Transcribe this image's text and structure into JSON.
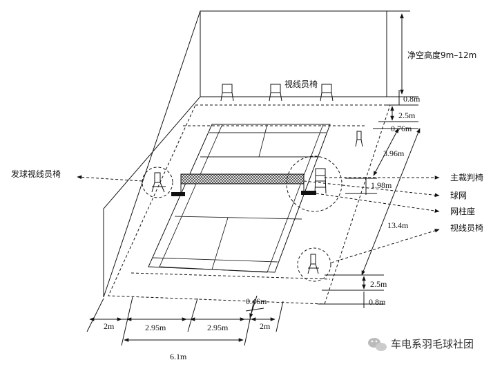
{
  "labels": {
    "clear_height": "净空高度9m–12m",
    "line_judge_top": "视线员椅",
    "service_judge": "发球视线员椅",
    "umpire_chair": "主裁判椅",
    "net": "球网",
    "post_base": "网柱座",
    "line_judge_side": "视线员椅"
  },
  "dimensions": {
    "d_0_8_top": "0.8m",
    "d_2_5_top": "2.5m",
    "d_0_76": "0.76m",
    "d_3_96": "3.96m",
    "d_1_98": "1.98m",
    "d_13_4": "13.4m",
    "d_2_5_bottom": "2.5m",
    "d_0_8_bottom": "0.8m",
    "d_0_46": "0.46m",
    "w_2_left": "2m",
    "w_2_95_a": "2.95m",
    "w_2_95_b": "2.95m",
    "w_2_right": "2m",
    "w_6_1": "6.1m"
  },
  "watermark": {
    "text": "车电系羽毛球社团",
    "icon": "wechat-icon"
  }
}
